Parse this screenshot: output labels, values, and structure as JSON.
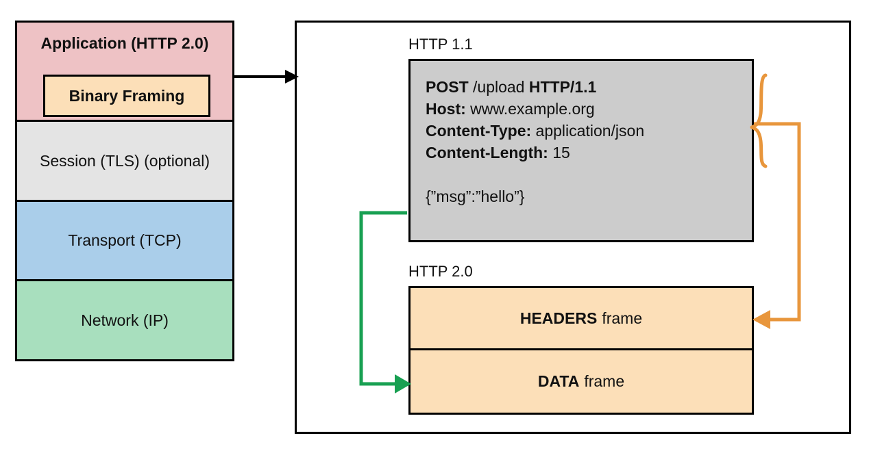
{
  "stack": {
    "layers": [
      {
        "id": "application",
        "label": "Application (HTTP 2.0)",
        "color": "#eec2c5"
      },
      {
        "id": "session",
        "label": "Session (TLS) (optional)",
        "color": "#e4e4e4"
      },
      {
        "id": "transport",
        "label": "Transport (TCP)",
        "color": "#aaceea"
      },
      {
        "id": "network",
        "label": "Network (IP)",
        "color": "#a8dfbe"
      }
    ],
    "inner_box": {
      "label": "Binary Framing",
      "color": "#fcdfb8"
    }
  },
  "panel": {
    "http11": {
      "caption": "HTTP 1.1",
      "background": "#cccccc",
      "lines": [
        {
          "bold": "POST",
          "plain": " /upload ",
          "bold2": "HTTP/1.1",
          "plain2": ""
        },
        {
          "bold": "Host:",
          "plain": " www.example.org",
          "bold2": "",
          "plain2": ""
        },
        {
          "bold": "Content-Type:",
          "plain": " application/json",
          "bold2": "",
          "plain2": ""
        },
        {
          "bold": "Content-Length:",
          "plain": " 15",
          "bold2": "",
          "plain2": ""
        }
      ],
      "body": "{”msg”:”hello”}"
    },
    "http20": {
      "caption": "HTTP 2.0",
      "background": "#fcdfb8",
      "frames": [
        {
          "id": "headers",
          "name": "HEADERS",
          "suffix": "frame"
        },
        {
          "id": "data",
          "name": "DATA",
          "suffix": "frame"
        }
      ]
    }
  },
  "connectors": {
    "stack_to_panel": {
      "id": "binary-framing-arrow",
      "color": "#000000"
    },
    "headers_route": {
      "id": "headers-brace-arrow",
      "color": "#e8963c"
    },
    "data_route": {
      "id": "data-body-arrow",
      "color": "#18a052"
    }
  }
}
